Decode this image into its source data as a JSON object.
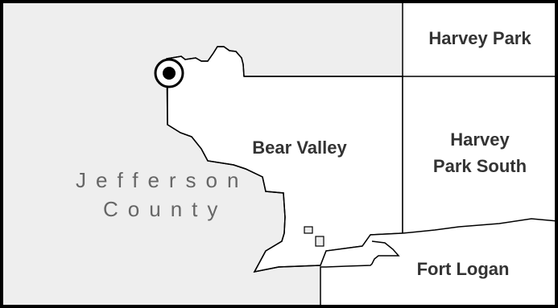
{
  "map": {
    "labels": {
      "harvey_park": "Harvey Park",
      "harvey_park_south_line1": "Harvey",
      "harvey_park_south_line2": "Park South",
      "bear_valley": "Bear Valley",
      "jefferson_county_line1": "Jefferson",
      "jefferson_county_line2": "County",
      "fort_logan": "Fort Logan"
    },
    "colors": {
      "county_fill": "#eeeeee",
      "neighborhood_fill": "#ffffff",
      "boundary": "#000000",
      "label_text": "#333333",
      "county_text": "#666666"
    },
    "marker": {
      "type": "location-target-icon"
    }
  }
}
